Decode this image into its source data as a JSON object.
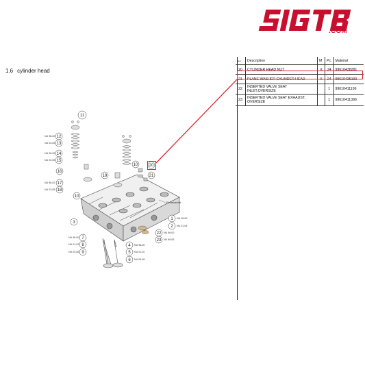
{
  "brand": {
    "logo_text": "SIGTB",
    "domain_text": ".COM",
    "color": "#c8102e"
  },
  "section": {
    "number": "1.6",
    "title": "cylinder head"
  },
  "table": {
    "headers": {
      "pos": "Item",
      "description": "Description",
      "m": "M",
      "pc": "Pc.",
      "material": "Material"
    },
    "rows": [
      {
        "pos": "20",
        "description": "CYLINDER HEAD NUT",
        "m": "X",
        "pc": "24",
        "material": "99610438281"
      },
      {
        "pos": "21",
        "description": "PLANE WASHER CYLINDER HEAD",
        "m": "X",
        "pc": "24",
        "material": "99610435190"
      },
      {
        "pos": "22",
        "description": "INSERTED VALVE SEAT INLET,OVERSIZE",
        "m": "",
        "pc": "1",
        "material": "99610411196"
      },
      {
        "pos": "23",
        "description": "INSERTED VALVE SEAT EXHAUST, OVERSIZE",
        "m": "",
        "pc": "1",
        "material": "99610411396"
      }
    ],
    "highlight_color": "#e0242d"
  },
  "diagram": {
    "callouts": [
      "11",
      "12",
      "13",
      "14",
      "15",
      "16",
      "17",
      "18",
      "10",
      "19",
      "10",
      "20",
      "21",
      "1",
      "2",
      "22",
      "23",
      "3",
      "4",
      "5",
      "6",
      "7",
      "8",
      "9"
    ],
    "codes": {
      "c12": "NU 98-02",
      "c13": "NU 03-05",
      "c14": "NU 98-02",
      "c15": "NU 03-05",
      "c17": "NU 98-02",
      "c18": "NU 03-05",
      "c1": "NU 98-00",
      "c2": "NU 01-05",
      "c22": "NU 98-00",
      "c23": "NU 98-05",
      "c4": "NU 98-00",
      "c5": "NU 01-02",
      "c6": "NU 03-05",
      "c7": "NU 98-00",
      "c8": "NU 01-02",
      "c9": "NU 03-05"
    },
    "label_note": "Einlassseite"
  }
}
